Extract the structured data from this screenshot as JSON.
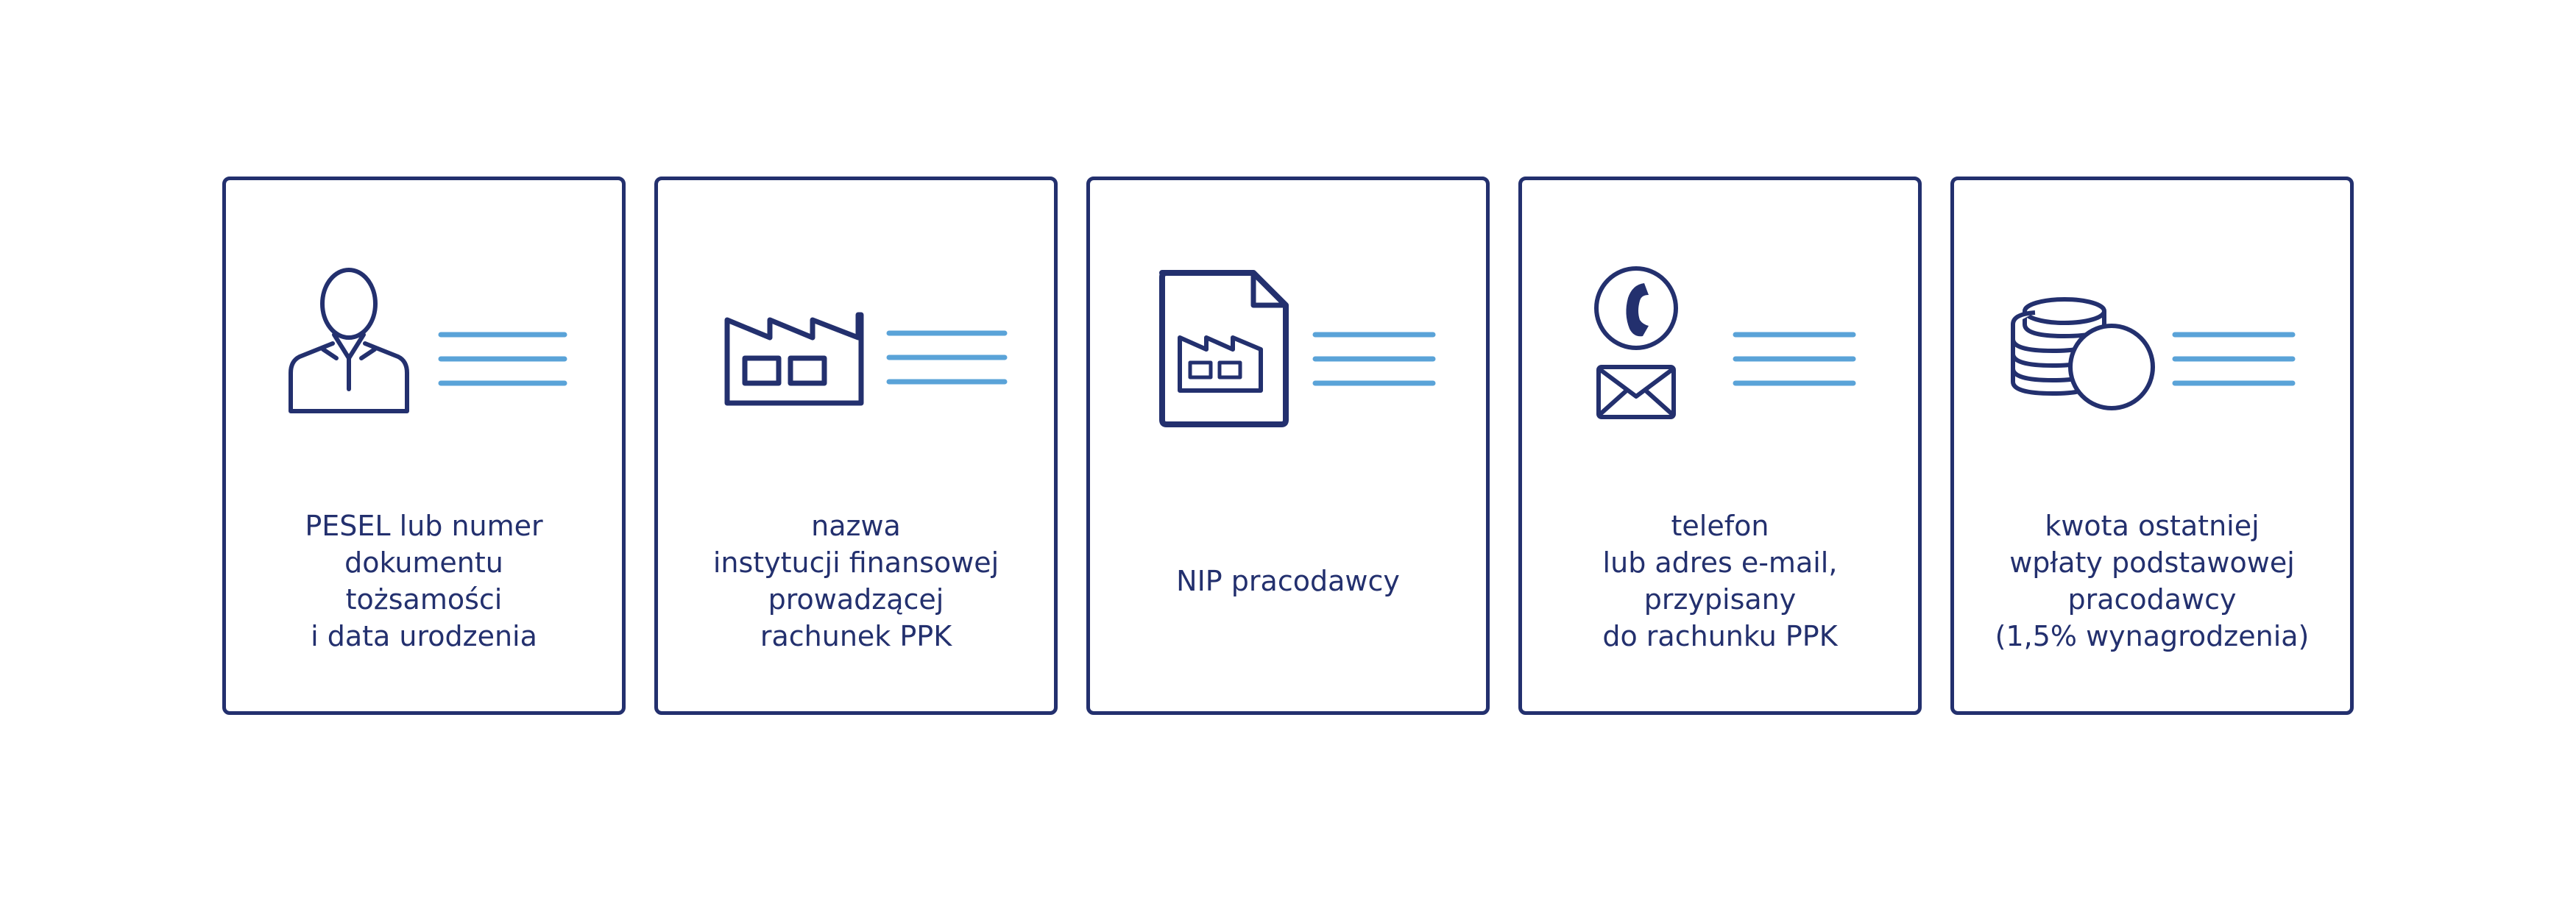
{
  "cards": [
    {
      "icon": "person-icon",
      "lines": [
        "PESEL lub numer",
        "dokumentu",
        "tożsamości",
        "i data urodzenia"
      ]
    },
    {
      "icon": "factory-icon",
      "lines": [
        "nazwa",
        "instytucji finansowej",
        "prowadzącej",
        "rachunek PPK"
      ]
    },
    {
      "icon": "document-factory-icon",
      "lines": [
        "NIP pracodawcy"
      ]
    },
    {
      "icon": "phone-email-icon",
      "lines": [
        "telefon",
        "lub adres e-mail,",
        "przypisany",
        "do rachunku PPK"
      ]
    },
    {
      "icon": "coins-icon",
      "lines": [
        "kwota ostatniej",
        "wpłaty podstawowej",
        "pracodawcy",
        "(1,5% wynagrodzenia)"
      ]
    }
  ],
  "colors": {
    "navy": "#23306e",
    "light_blue": "#5aa3d8"
  }
}
